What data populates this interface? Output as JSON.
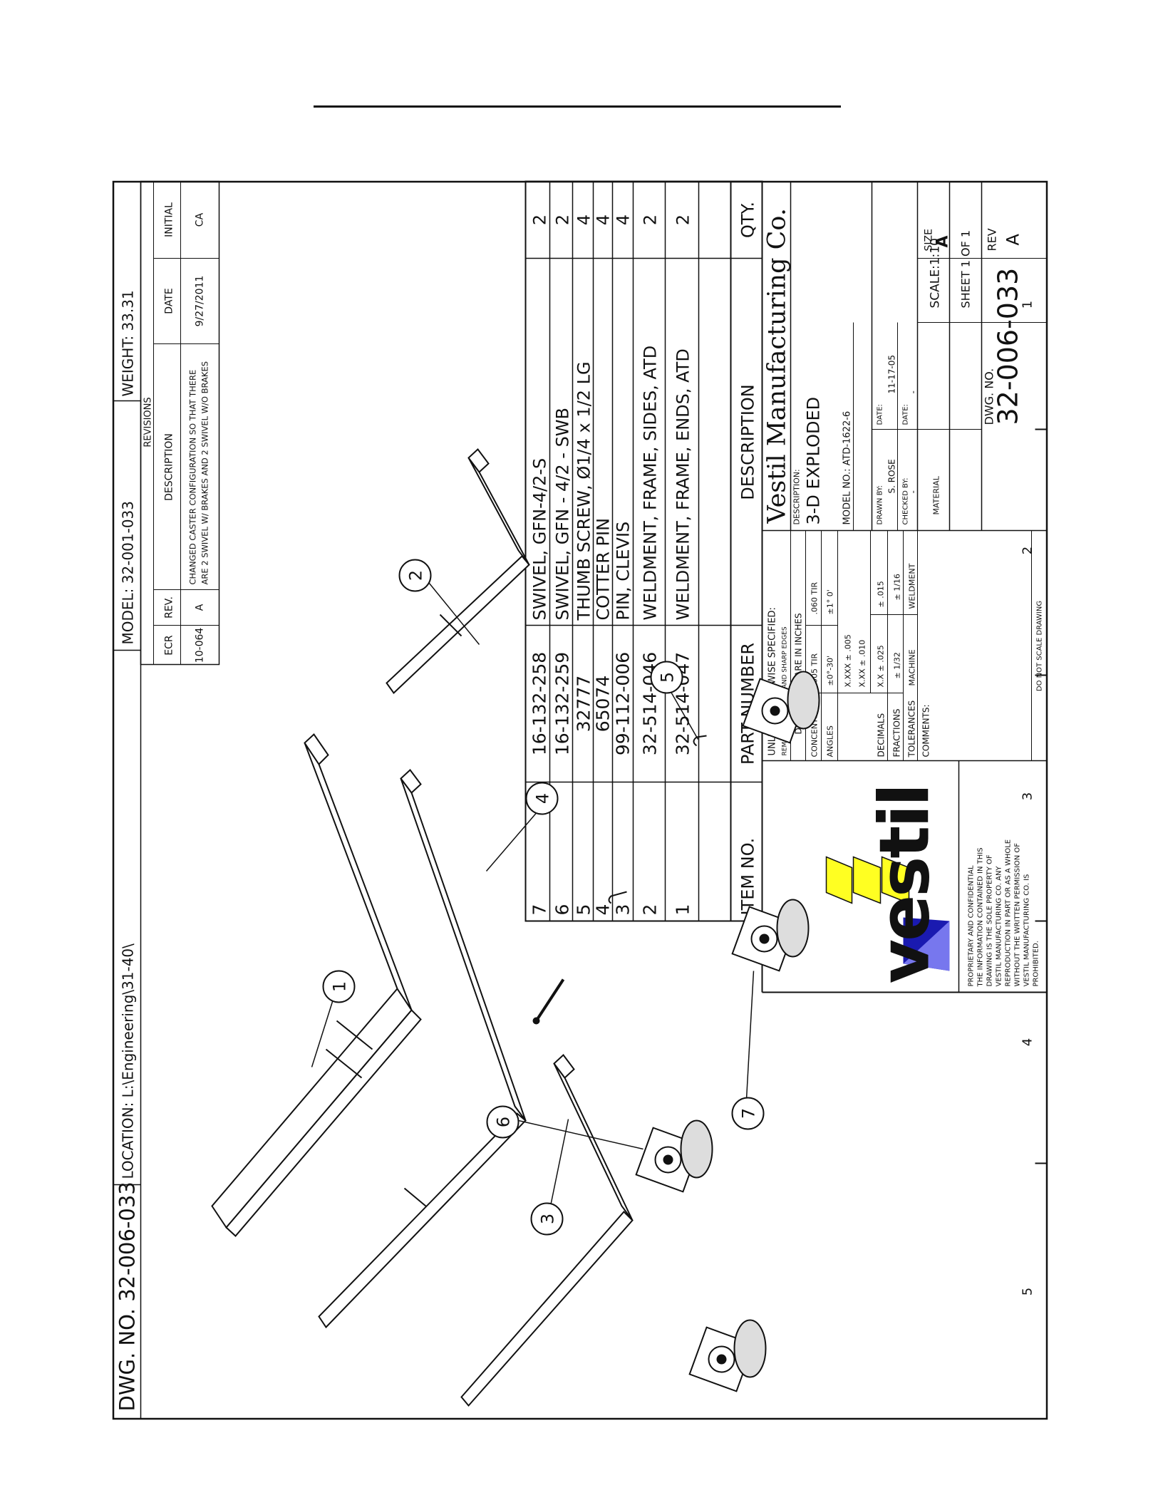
{
  "header": {
    "dwg_no": "DWG. NO. 32-006-033",
    "location": "LOCATION: L:\\Engineering\\31-40\\",
    "model": "MODEL: 32-001-033",
    "weight": "WEIGHT: 33.31"
  },
  "revisions": {
    "title": "REVISIONS",
    "columns": [
      "ECR",
      "REV.",
      "DESCRIPTION",
      "DATE",
      "INITIAL"
    ],
    "rows": [
      {
        "ecr": "10-064",
        "rev": "A",
        "desc1": "CHANGED CASTER CONFIGURATION SO THAT THERE",
        "desc2": "ARE 2 SWIVEL W/ BRAKES AND 2 SWIVEL W/O BRAKES",
        "date": "9/27/2011",
        "initial": "CA"
      }
    ]
  },
  "bom": {
    "headers": {
      "item": "ITEM NO.",
      "part": "PART NUMBER",
      "desc": "DESCRIPTION",
      "qty": "QTY."
    },
    "rows": [
      {
        "item": "7",
        "part": "16-132-258",
        "desc": "SWIVEL, GFN-4/2-S",
        "qty": "2"
      },
      {
        "item": "6",
        "part": "16-132-259",
        "desc": "SWIVEL, GFN - 4/2 - SWB",
        "qty": "2"
      },
      {
        "item": "5",
        "part": "32777",
        "desc": "THUMB SCREW, Ø1/4 x 1/2 LG",
        "qty": "4"
      },
      {
        "item": "4",
        "part": "65074",
        "desc": "COTTER PIN",
        "qty": "4"
      },
      {
        "item": "3",
        "part": "99-112-006",
        "desc": "PIN, CLEVIS",
        "qty": "4"
      },
      {
        "item": "2",
        "part": "32-514-046",
        "desc": "WELDMENT, FRAME, SIDES, ATD",
        "qty": "2"
      },
      {
        "item": "1",
        "part": "32-514-047",
        "desc": "WELDMENT, FRAME, ENDS, ATD",
        "qty": "2"
      }
    ]
  },
  "title_block": {
    "company": "Vestil Manufacturing Co.",
    "logo_text": "vestil",
    "prop_lines": [
      "PROPRIETARY AND CONFIDENTIAL",
      "THE INFORMATION CONTAINED IN THIS",
      "DRAWING IS THE SOLE PROPERTY OF",
      "VESTIL MANUFACTURING CO. ANY",
      "REPRODUCTION IN PART OR AS A WHOLE",
      "WITHOUT THE WRITTEN PERMISSION OF",
      "VESTIL MANUFACTURING CO. IS",
      "PROHIBITED."
    ],
    "unless": "UNLESS OTHERWISE SPECIFIED:",
    "burrs": "REMOVE ALL BURRS AND SHARP EDGES",
    "dims": "DIMENSIONS ARE IN INCHES",
    "concentric": "CONCENTRIC",
    "conc_a": ".005 TIR",
    "conc_b": ".060 TIR",
    "angles": "ANGLES",
    "ang_a": "±0°-30'",
    "ang_b": "±1° 0'",
    "decimals": "DECIMALS",
    "dec1": "X.XXX ± .005",
    "dec2": "X.XX ± .010",
    "dec3": "X.X ± .025",
    "dec4": "± .015",
    "fractions": "FRACTIONS",
    "frac_a": "± 1/32",
    "frac_b": "± 1/16",
    "tolerances": "TOLERANCES",
    "tol_a": "MACHINE",
    "tol_b": "WELDMENT",
    "comments": "COMMENTS:",
    "noscale": "DO NOT SCALE DRAWING",
    "desc_label": "DESCRIPTION:",
    "desc_value": "3-D EXPLODED",
    "model_no": "MODEL NO.: ATD-1622-6",
    "drawn_by": "DRAWN BY:",
    "drawn_name": "S. ROSE",
    "date_label": "DATE:",
    "date_value": "11-17-05",
    "checked_by": "CHECKED BY:",
    "checked_value": "-",
    "date2_label": "DATE:",
    "date2_value": "-",
    "material": "MATERIAL",
    "scale": "SCALE:1:10",
    "size_label": "SIZE",
    "size": "A",
    "sheet": "SHEET 1 OF 1",
    "dwg_label": "DWG. NO.",
    "dwg_no": "32-006-033",
    "rev_label": "REV",
    "rev": "A"
  },
  "zones": [
    "5",
    "4",
    "3",
    "2",
    "1"
  ],
  "balloons": [
    "1",
    "2",
    "3",
    "4",
    "5",
    "6",
    "7"
  ]
}
